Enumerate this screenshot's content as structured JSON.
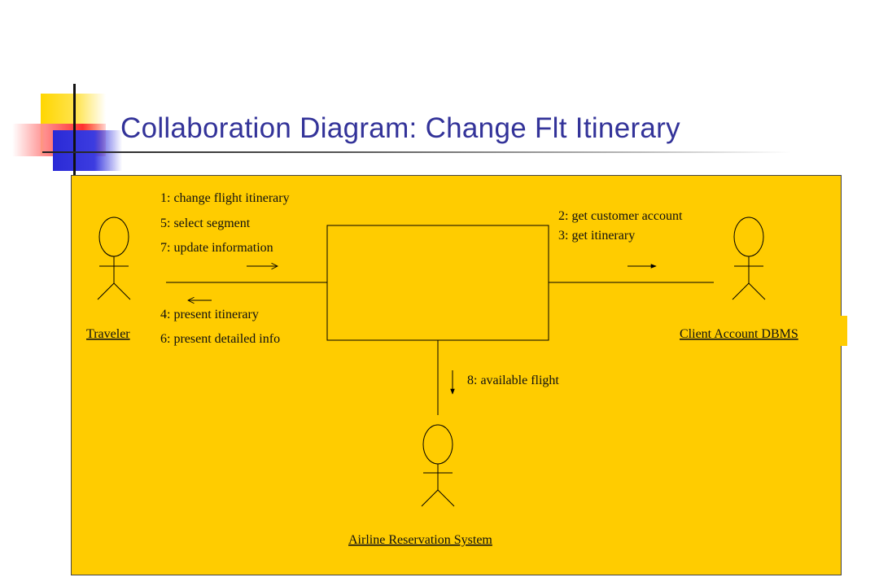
{
  "title": "Collaboration Diagram: Change Flt Itinerary",
  "colors": {
    "title": "#333399",
    "panel": "#ffcc00",
    "label_box": "#ffcc00",
    "ink": "#000000"
  },
  "actors": {
    "traveler": "Traveler",
    "client_dbms": "Client Account DBMS",
    "airline": "Airline Reservation System"
  },
  "messages": {
    "to_system": [
      "1: change flight itinerary",
      "5: select segment",
      "7: update information"
    ],
    "to_traveler": [
      "4: present itinerary",
      "6: present detailed info"
    ],
    "to_dbms": [
      "2: get customer account",
      "3: get itinerary"
    ],
    "to_airline": [
      "8: available flight"
    ]
  }
}
